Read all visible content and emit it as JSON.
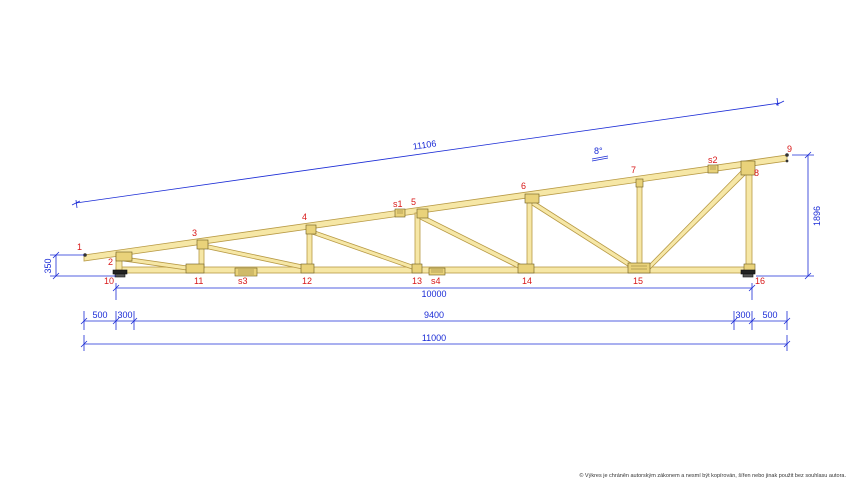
{
  "dimensions": {
    "top_chord_length": "11106",
    "slope": "8°",
    "span": "10000",
    "overall": "11000",
    "left_overhang": "500",
    "left_bearing": "300",
    "inner_span": "9400",
    "right_bearing": "300",
    "right_overhang": "500",
    "left_height": "350",
    "right_height": "1896"
  },
  "nodes": {
    "n1": "1",
    "n2": "2",
    "n3": "3",
    "n4": "4",
    "n5": "5",
    "n6": "6",
    "n7": "7",
    "n8": "8",
    "n9": "9",
    "n10": "10",
    "n11": "11",
    "n12": "12",
    "n13": "13",
    "n14": "14",
    "n15": "15",
    "n16": "16"
  },
  "splices": {
    "s1": "s1",
    "s2": "s2",
    "s3": "s3",
    "s4": "s4"
  },
  "colors": {
    "timber": "#f6e7a6",
    "timber_edge": "#b89a45",
    "dimension": "#1a2bd6",
    "label": "#d81818"
  },
  "copyright": "© Výkres je chráněn autorským zákonem a nesmí být kopírován, šířen nebo jinak použit bez souhlasu autora."
}
